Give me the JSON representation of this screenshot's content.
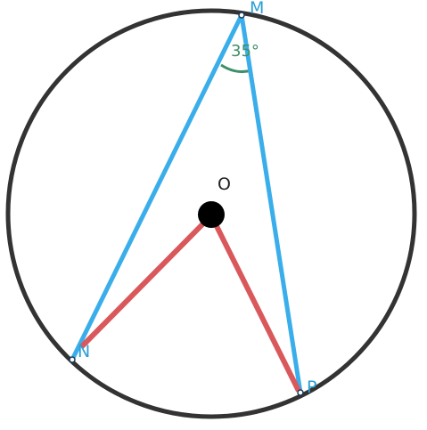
{
  "diagram": {
    "labels": {
      "m": "M",
      "n": "N",
      "p": "P",
      "o": "O",
      "angle_m": "35°"
    },
    "colors": {
      "circle": "#333333",
      "chords": "#3aaeea",
      "radii": "#d9585b",
      "angle_arc": "#3f8f6a",
      "point_labels": "#2a9fd6",
      "center": "#000000"
    }
  }
}
